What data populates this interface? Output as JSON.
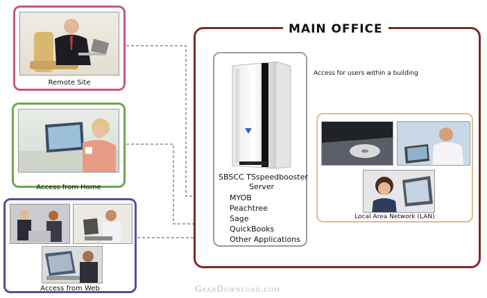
{
  "main_office": {
    "title": "MAIN OFFICE"
  },
  "remote_site": {
    "label": "Remote Site"
  },
  "home": {
    "label": "Access from Home"
  },
  "web": {
    "label": "Access from Web"
  },
  "server": {
    "name_line1": "SBSCC TSspeedbooster",
    "name_line2": "Server",
    "apps": [
      "MYOB",
      "Peachtree",
      "Sage",
      "QuickBooks",
      "Other Applications"
    ]
  },
  "lan": {
    "arrow_label": "Access for users within a building",
    "label": "Local Area Network (LAN)"
  },
  "watermark": "GearDownload.com",
  "colors": {
    "remote": "#c8557a",
    "home": "#6aa84f",
    "web": "#5a4a9a",
    "main_office": "#7a2a25",
    "server_box": "#9a9a9a",
    "lan_box": "#e0b890"
  }
}
